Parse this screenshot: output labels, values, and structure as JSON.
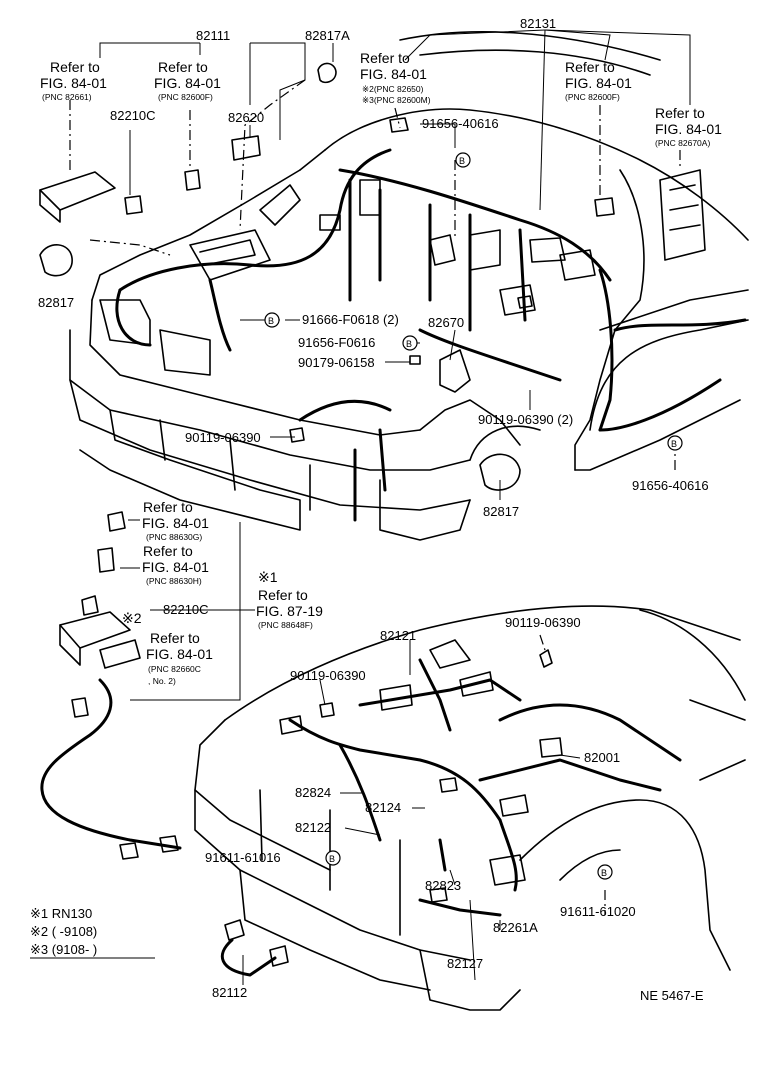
{
  "labels": {
    "p82111": "82111",
    "p82817A": "82817A",
    "p82131": "82131",
    "p82210C_top": "82210C",
    "p82620": "82620",
    "p91656_40616_top": "91656-40616",
    "p82817_left": "82817",
    "p91666_F0618": "91666-F0618 (2)",
    "p82670": "82670",
    "p91656_F0616": "91656-F0616",
    "p90179_06158": "90179-06158",
    "p90119_06390_2": "90119-06390 (2)",
    "p90119_06390_mid": "90119-06390",
    "p91656_40616_right": "91656-40616",
    "p82817_bottom": "82817",
    "p82210C_mid": "82210C",
    "p90119_06390_br": "90119-06390",
    "p82121": "82121",
    "p90119_06390_bl": "90119-06390",
    "p82001": "82001",
    "p82824": "82824",
    "p82124": "82124",
    "p82122": "82122",
    "p91611_61016": "91611-61016",
    "p82823": "82823",
    "p91611_61020": "91611-61020",
    "p82261A": "82261A",
    "p82127": "82127",
    "p82112": "82112"
  },
  "refs": {
    "r1": {
      "line1": "Refer to",
      "line2": "FIG. 84-01",
      "pnc": "(PNC 82661)"
    },
    "r2": {
      "line1": "Refer to",
      "line2": "FIG. 84-01",
      "pnc": "(PNC 82600F)"
    },
    "r3": {
      "line1": "Refer to",
      "line2": "FIG. 84-01",
      "pnc2": "※2(PNC 82650)",
      "pnc3": "※3(PNC 82600M)"
    },
    "r4": {
      "line1": "Refer to",
      "line2": "FIG. 84-01",
      "pnc": "(PNC 82600F)"
    },
    "r5": {
      "line1": "Refer to",
      "line2": "FIG. 84-01",
      "pnc": "(PNC 82670A)"
    },
    "r6": {
      "line1": "Refer to",
      "line2": "FIG. 84-01",
      "pnc": "(PNC 88630G)"
    },
    "r7": {
      "line1": "Refer to",
      "line2": "FIG. 84-01",
      "pnc": "(PNC 88630H)"
    },
    "r8": {
      "line1": "Refer to",
      "line2": "FIG. 87-19",
      "pnc": "(PNC 88648F)"
    },
    "r9": {
      "line1": "Refer to",
      "line2": "FIG. 84-01",
      "pnc": "(PNC 82660C",
      "pnc_b": ", No. 2)"
    }
  },
  "markers": {
    "m1": "※1",
    "m2": "※2",
    "b": "B"
  },
  "legend": {
    "row1": "※1 RN130",
    "row2": "※2 (      -9108)",
    "row3": "※3 (9108-       )"
  },
  "doc_code": "NE  5467-E"
}
